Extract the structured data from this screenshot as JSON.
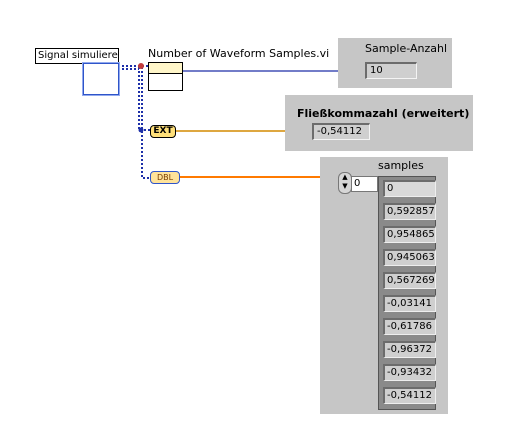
{
  "subvi": {
    "label": "Signal simulieren",
    "icon": "signal-generator-icon"
  },
  "waveform_vi": {
    "label": "Number of Waveform Samples.vi",
    "icon": "waveform-samples-icon"
  },
  "nodes": {
    "ext_label": "EXT",
    "dbl_label": "DBL"
  },
  "indicators": {
    "sample_count": {
      "title": "Sample-Anzahl",
      "value": "10"
    },
    "float_value": {
      "title": "Fließkommazahl (erweitert)",
      "value": "-0,54112"
    },
    "samples": {
      "title": "samples",
      "index": "0",
      "values": [
        "0",
        "0,592857",
        "0,954865",
        "0,945063",
        "0,567269",
        "-0,03141",
        "-0,61786",
        "-0,96372",
        "-0,93432",
        "-0,54112"
      ]
    }
  },
  "colors": {
    "dynamic_wire": "#1d2fa8",
    "integer_wire": "#1d2fa8",
    "ext_wire": "#d48a00",
    "dbl_wire": "#ff7a00",
    "panel": "#c6c6c6"
  }
}
